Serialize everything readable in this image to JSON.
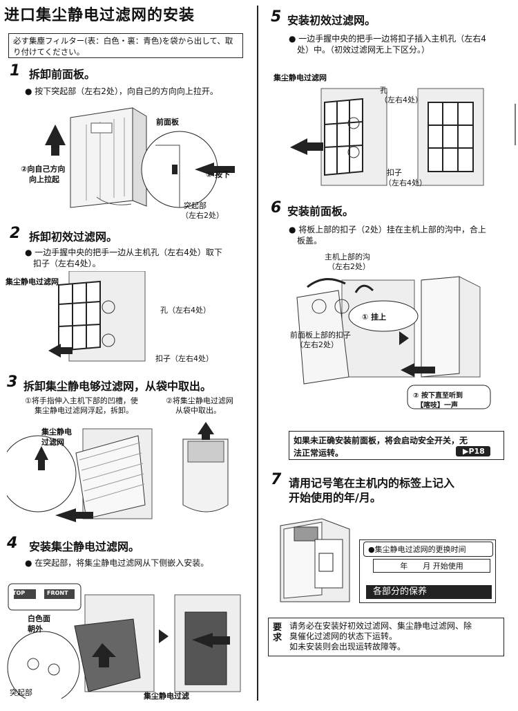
{
  "title": "进口集尘静电过滤网的安装",
  "jp_note": "必す集塵フィルター(表：白色・裏：青色)を袋から出して、取り付けてください。",
  "steps": [
    {
      "num": "1",
      "title": "拆卸前面板。",
      "bullet": "按下突起部（左右2处），向自己的方向向上拉开。",
      "labels": {
        "front_panel": "前面板",
        "pull_1": "②向自己方向",
        "pull_2": "向上拉起",
        "press": "① 按下",
        "tab_1": "突起部",
        "tab_2": "（左右2处）"
      }
    },
    {
      "num": "2",
      "title": "拆卸初效过滤网。",
      "bullet_1": "一边手握中央的把手一边从主机孔（左右4处）取下",
      "bullet_2": "扣子（左右4处）。",
      "labels": {
        "filter": "集尘静电过滤网",
        "hole": "孔（左右4处）",
        "clip": "扣子（左右4处）"
      }
    },
    {
      "num": "3",
      "title": "拆卸集尘静电够过滤网，从袋中取出。",
      "sub_a_1": "①将手指伸入主机下部的凹槽，使",
      "sub_a_2": "集尘静电过滤网浮起，拆卸。",
      "sub_b_1": "②将集尘静电过滤网",
      "sub_b_2": "从袋中取出。",
      "labels": {
        "filter_1": "集尘静电",
        "filter_2": "过滤网"
      }
    },
    {
      "num": "4",
      "title": "安装集尘静电过滤网。",
      "bullet": "在突起部，将集尘静电过滤网从下侧嵌入安装。",
      "labels": {
        "top": "TOP",
        "front": "FRONT",
        "white_1": "白色面",
        "white_2": "朝外",
        "tab": "突起部",
        "filter": "集尘静电过滤"
      }
    },
    {
      "num": "5",
      "title": "安装初效过滤网。",
      "bullet_1": "一边手握中央的把手一边将扣子插入主机孔（左右4",
      "bullet_2": "处）中。（初效过滤网无上下区分。）",
      "labels": {
        "filter": "集尘静电过滤网",
        "hole_1": "孔",
        "hole_2": "（左右4处）",
        "clip_1": "扣子",
        "clip_2": "（左右4处）"
      }
    },
    {
      "num": "6",
      "title": "安装前面板。",
      "bullet_1": "将板上部的扣子（2处）挂在主机上部的沟中，合上",
      "bullet_2": "板盖。",
      "labels": {
        "groove_1": "主机上部的沟",
        "groove_2": "（左右2处）",
        "hook": "① 挂上",
        "panel_clip_1": "前面板上部的扣子",
        "panel_clip_2": "（左右2处）",
        "press_1": "② 按下直至听到",
        "press_2": "【喀吱】一声"
      }
    },
    {
      "num": "7",
      "title_1": "请用记号笔在主机内的标签上记入",
      "title_2": "开始使用的年/月。",
      "labels": {
        "replace_time": "●集尘静电过滤网的更换时间",
        "date": "年　　月 开始使用",
        "maintenance": "各部分的保养"
      }
    }
  ],
  "warning": {
    "line_1": "如果未正确安装前面板，将会启动安全开关，无",
    "line_2": "法正常运转。",
    "ref": "▶P18"
  },
  "requirement": {
    "tag": "要求",
    "line_1": "请务必在安装好初效过滤网、集尘静电过滤网、除",
    "line_2": "臭催化过滤网的状态下运转。",
    "line_3": "如未安装则会出现运转故障等。"
  }
}
